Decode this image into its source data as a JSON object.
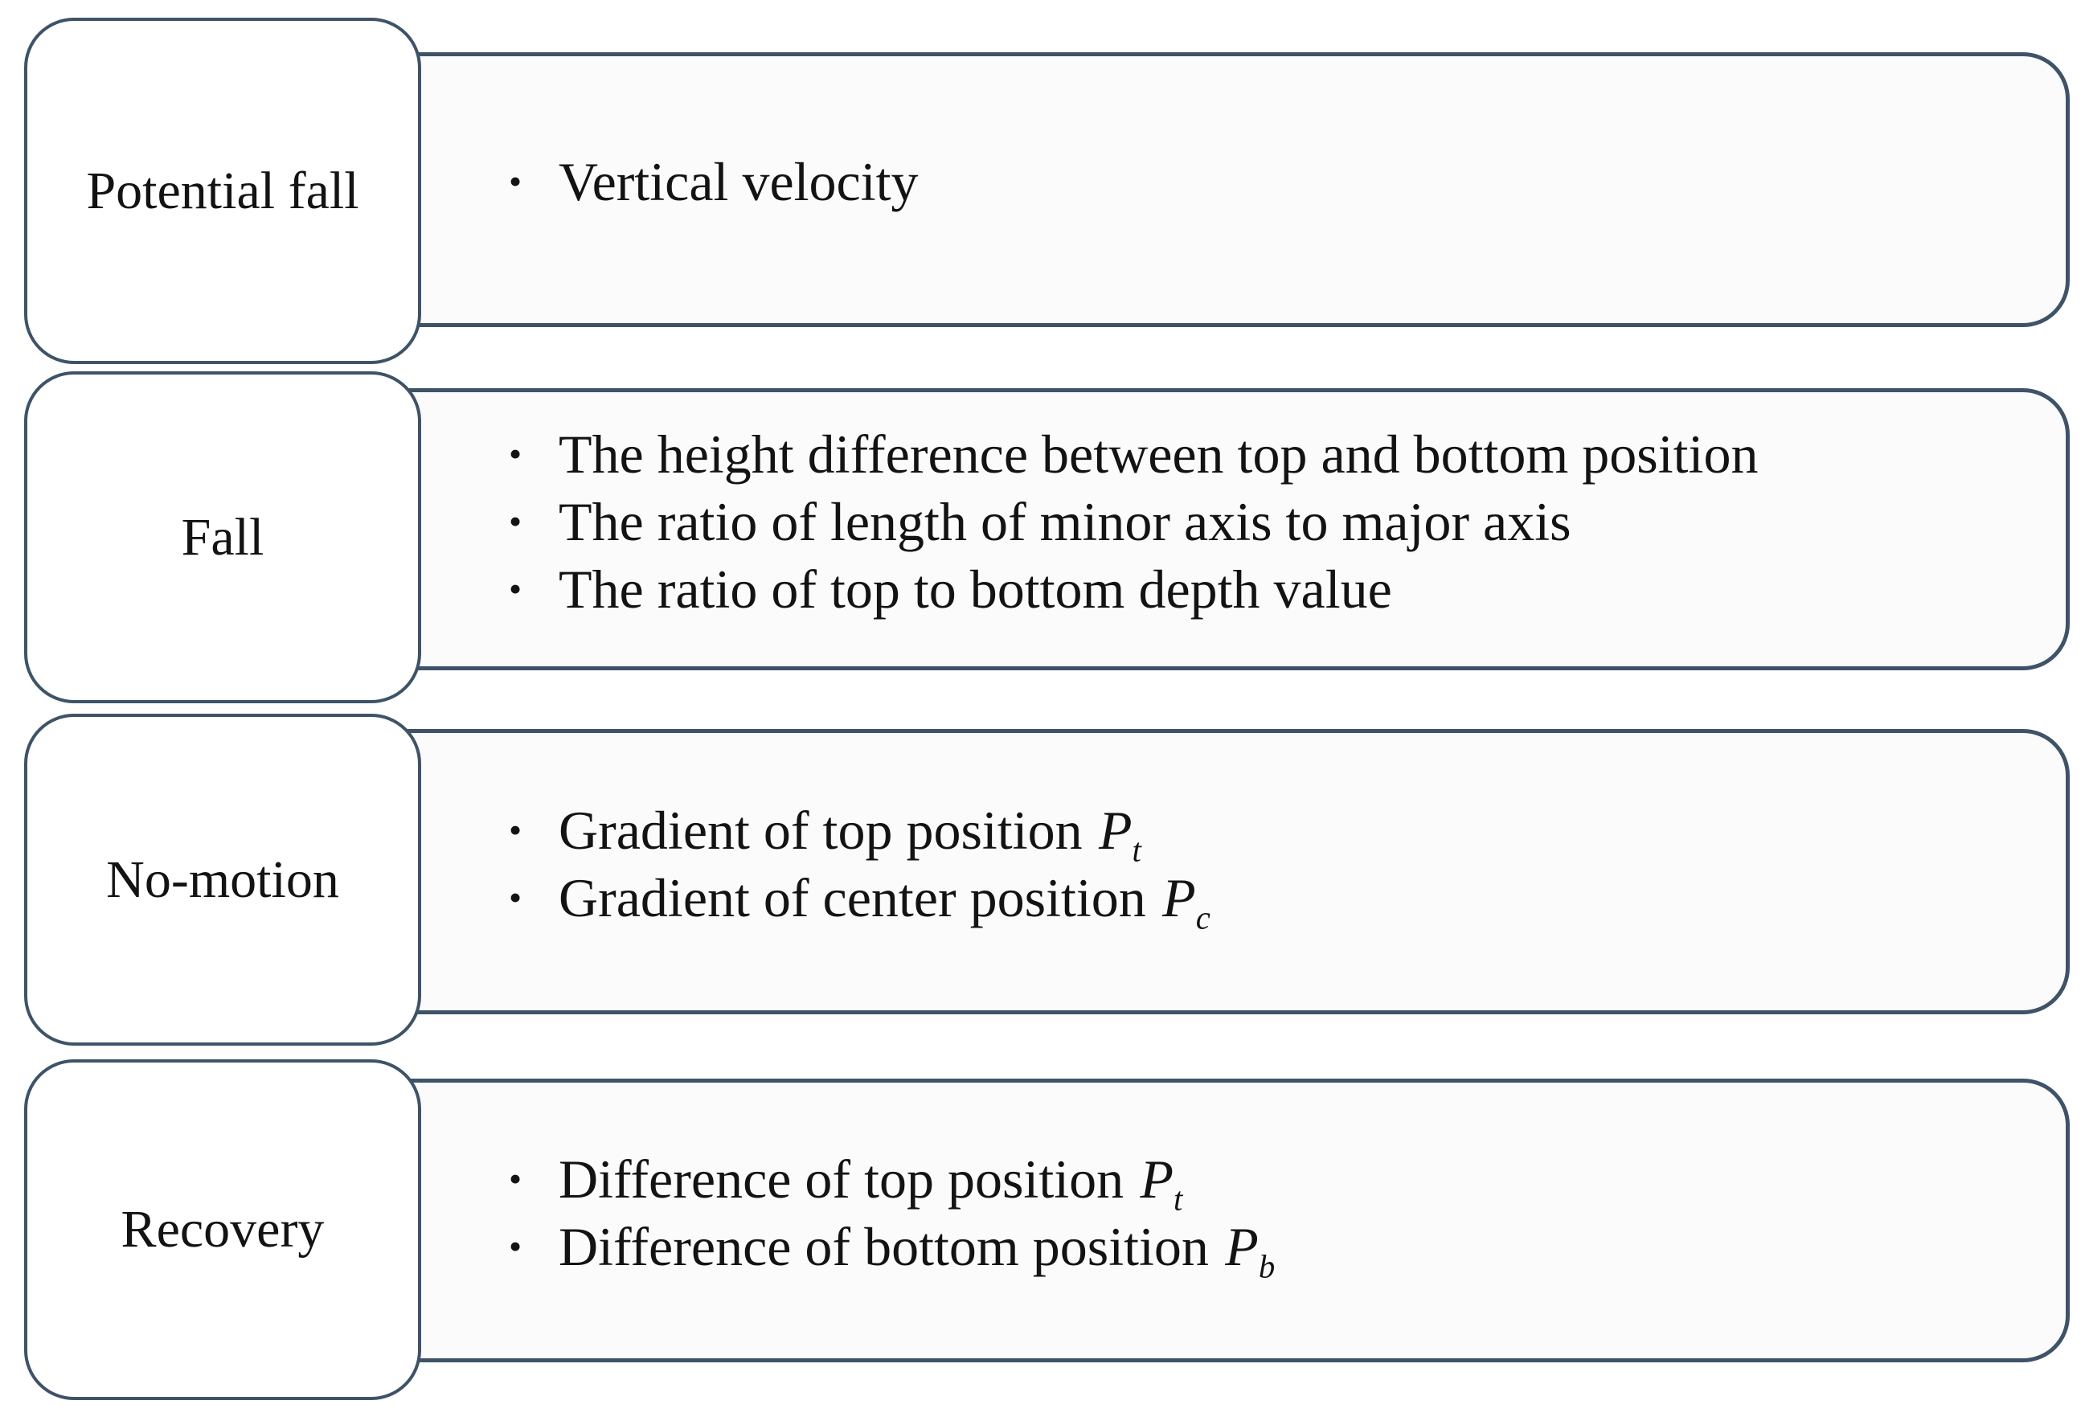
{
  "colors": {
    "border": "#3E5368",
    "content_bg": "#FBFBFB",
    "label_bg": "#FFFFFF",
    "text": "#131313"
  },
  "bullet_glyph": "•",
  "rows": [
    {
      "label": "Potential fall",
      "bullets": [
        {
          "text": "Vertical velocity"
        }
      ]
    },
    {
      "label": "Fall",
      "bullets": [
        {
          "text": "The height difference between top and bottom position"
        },
        {
          "text": "The ratio of length of minor axis to major axis"
        },
        {
          "text": "The ratio of top to bottom depth value"
        }
      ]
    },
    {
      "label": "No-motion",
      "bullets": [
        {
          "text": "Gradient of top position",
          "var": "P",
          "sub": "t"
        },
        {
          "text": "Gradient of center position",
          "var": "P",
          "sub": "c"
        }
      ]
    },
    {
      "label": "Recovery",
      "bullets": [
        {
          "text": "Difference of top position",
          "var": "P",
          "sub": "t"
        },
        {
          "text": "Difference of bottom position",
          "var": "P",
          "sub": "b"
        }
      ]
    }
  ]
}
